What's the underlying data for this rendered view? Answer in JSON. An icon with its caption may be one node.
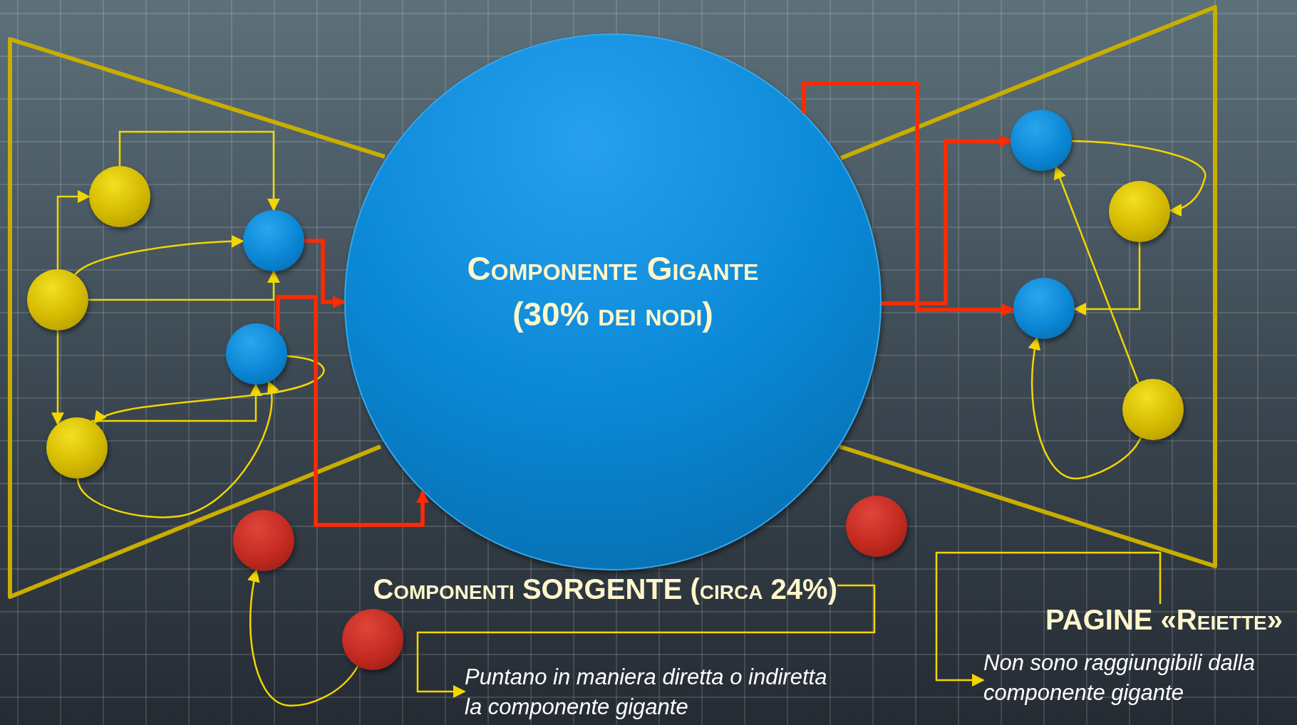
{
  "diagram": {
    "nodes": [
      {
        "text": [],
        "shape": "circle"
      },
      {
        "text": [],
        "shape": "circle"
      },
      {
        "text": [],
        "shape": "circle"
      },
      {
        "text": [],
        "shape": "circle"
      },
      {
        "text": [],
        "shape": "circle"
      },
      {
        "text": [
          "Componente Gigante (30% dei nodi)"
        ]
      },
      {
        "text": [],
        "shape": "circle"
      },
      {
        "text": [],
        "shape": "circle"
      },
      {
        "text": [],
        "shape": "circle"
      },
      {
        "text": [],
        "shape": "circle"
      },
      {
        "text": [],
        "shape": "circle"
      },
      {
        "text": [],
        "shape": "circle"
      },
      {
        "text": [],
        "shape": "circle"
      },
      {
        "text": [
          "Componenti SORGENTE (circa 24%)"
        ]
      },
      {
        "text": [
          "Puntano in maniera diretta o indiretta la componente gigante"
        ]
      },
      {
        "text": [
          "PAGINE «Reiette»"
        ]
      },
      {
        "text": [
          "Non sono raggiungibili dalla componente gigante"
        ]
      }
    ],
    "edges": [
      {
        "from": 0,
        "to": 1,
        "arrow": "to"
      },
      {
        "from": 2,
        "to": 0,
        "arrow": "to"
      },
      {
        "from": 2,
        "to": 1,
        "arrow": "to"
      },
      {
        "from": 2,
        "to": 1,
        "arrow": "to"
      },
      {
        "from": 2,
        "to": 4,
        "arrow": "to"
      },
      {
        "from": 4,
        "to": 3,
        "arrow": "to"
      },
      {
        "from": 3,
        "to": 4,
        "arrow": "to"
      },
      {
        "from": 4,
        "to": 3,
        "arrow": "to"
      },
      {
        "from": 1,
        "to": 5,
        "arrow": "to",
        "style": "thick",
        "color": "#ff2a00"
      },
      {
        "from": 3,
        "to": 5,
        "arrow": "to",
        "style": "thick",
        "color": "#ff2a00"
      },
      {
        "from": 5,
        "to": 8,
        "arrow": "to",
        "style": "thick",
        "color": "#ff2a00"
      },
      {
        "from": 5,
        "to": 6,
        "arrow": "to",
        "style": "thick",
        "color": "#ff2a00"
      },
      {
        "from": 6,
        "to": 7,
        "arrow": "to"
      },
      {
        "from": 7,
        "to": 8,
        "arrow": "to"
      },
      {
        "from": 9,
        "to": 6,
        "arrow": "to"
      },
      {
        "from": 9,
        "to": 8,
        "arrow": "to"
      },
      {
        "from": 11,
        "to": 10,
        "arrow": "to"
      },
      {
        "from": 13,
        "to": 14,
        "arrow": "to"
      },
      {
        "from": 15,
        "to": 16,
        "arrow": "to"
      }
    ]
  }
}
